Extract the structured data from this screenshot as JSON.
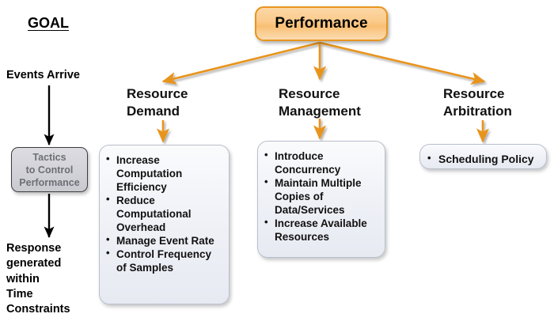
{
  "diagram": {
    "root": {
      "label": "Performance"
    },
    "categories": [
      {
        "heading": "Resource\nDemand"
      },
      {
        "heading": "Resource\nManagement"
      },
      {
        "heading": "Resource\nArbitration"
      }
    ],
    "tactic_boxes": [
      {
        "items": [
          "Increase Computation Efficiency",
          "Reduce Computational Overhead",
          "Manage Event Rate",
          "Control Frequency of Samples"
        ]
      },
      {
        "items": [
          "Introduce Concurrency",
          "Maintain Multiple Copies of Data/Services",
          "Increase Available Resources"
        ]
      },
      {
        "items": [
          "Scheduling Policy"
        ]
      }
    ],
    "goal_column": {
      "title": "GOAL",
      "stimulus": "Events Arrive",
      "process": "Tactics\nto Control\nPerformance",
      "response": "Response\ngenerated\nwithin\nTime\nConstraints"
    },
    "colors": {
      "accent_arrow": "#e8941d",
      "root_fill": "#fbcb8c",
      "root_border": "#e8951f",
      "box_fill": "#eef0f6",
      "box_border": "#b9c0cc",
      "process_fill": "#d2d2d8",
      "process_text": "#6e6e76",
      "flow_arrow": "#000000"
    }
  }
}
